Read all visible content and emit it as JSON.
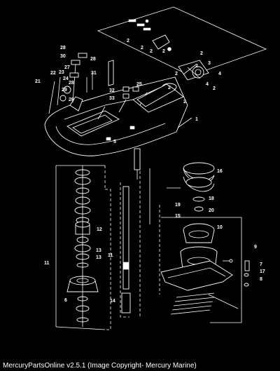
{
  "footer": "MercuryPartsOnline v2.5.1 (Image Copyright- Mercury Marine)",
  "colors": {
    "background": "#000000",
    "foreground": "#ffffff"
  },
  "callouts": [
    "1",
    "2",
    "3",
    "4",
    "5",
    "6",
    "7",
    "8",
    "9",
    "10",
    "11",
    "12",
    "13",
    "14",
    "15",
    "16",
    "17",
    "18",
    "19",
    "20",
    "21",
    "22",
    "23",
    "24",
    "25",
    "26",
    "27",
    "28",
    "29",
    "30",
    "31",
    "32",
    "33"
  ]
}
